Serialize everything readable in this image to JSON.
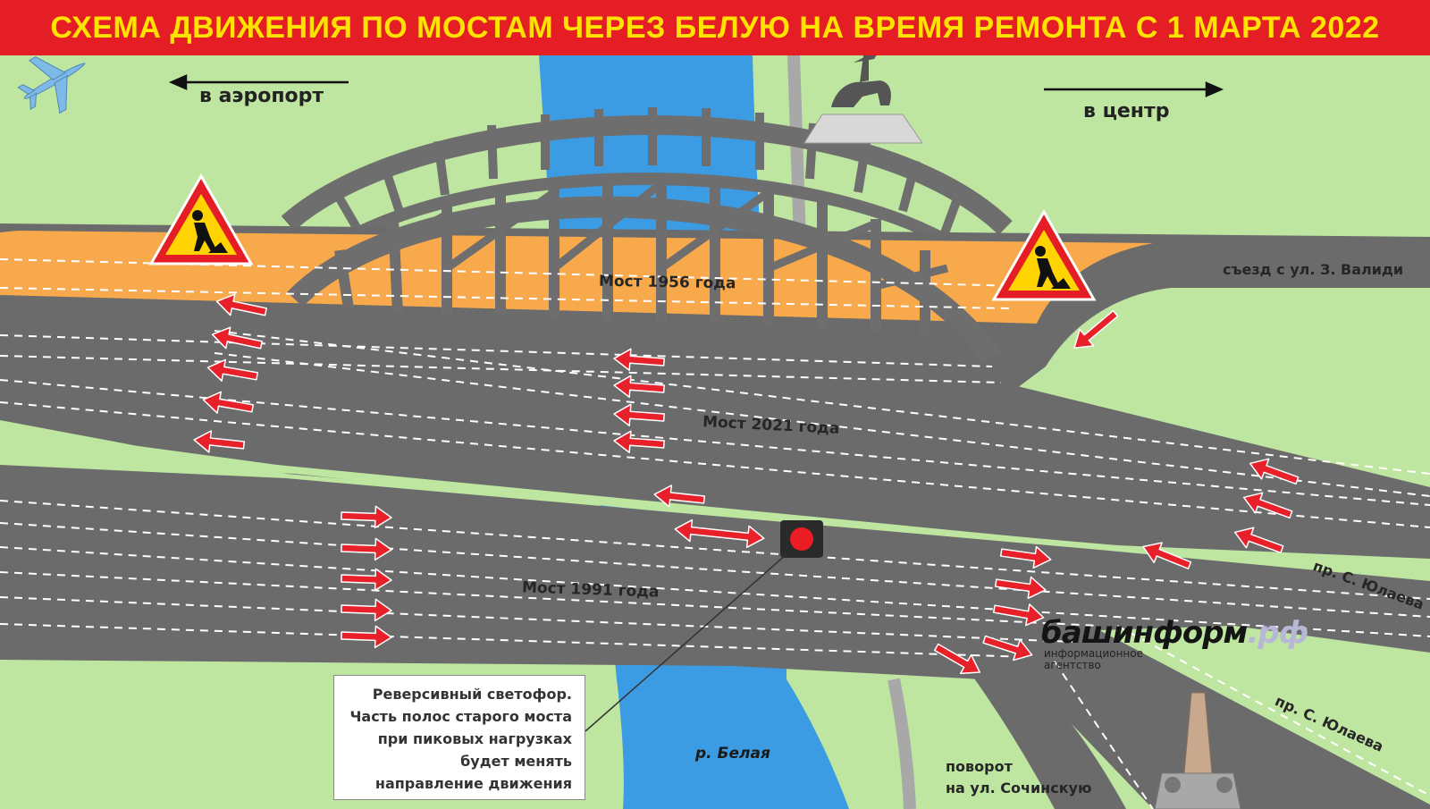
{
  "header": {
    "title": "СХЕМА ДВИЖЕНИЯ ПО МОСТАМ ЧЕРЕЗ БЕЛУЮ НА ВРЕМЯ РЕМОНТА С 1 МАРТА 2022"
  },
  "directions": {
    "left": "в аэропорт",
    "right": "в центр"
  },
  "bridges": {
    "b1956": "Мост 1956 года",
    "b2021": "Мост 2021 года",
    "b1991": "Мост 1991 года"
  },
  "roads": {
    "zvalidi": "съезд с ул. З. Валиди",
    "yulaev1": "пр. С. Юлаева",
    "yulaev2": "пр. С. Юлаева",
    "sochinsk_1": "поворот",
    "sochinsk_2": "на ул. Сочинскую"
  },
  "river": {
    "name": "р. Белая"
  },
  "note": {
    "lines": [
      "Реверсивный светофор.",
      "Часть полос старого моста",
      "при пиковых нагрузках",
      "будет менять",
      "направление движения"
    ]
  },
  "logo": {
    "name": "башинформ",
    "suffix": ".рф",
    "sub1": "информационное",
    "sub2": "агентство"
  },
  "icons": [
    "airplane-icon",
    "road-works-sign-icon",
    "traffic-light-icon",
    "monument-icon",
    "equestrian-statue-icon"
  ],
  "colors": {
    "header_bg": "#e51d24",
    "header_text": "#ffe300",
    "grass": "#bfe6a1",
    "road": "#6b6b6b",
    "repair": "#f7a94c",
    "river": "#3c9ce3",
    "arrow": "#e8202a"
  }
}
